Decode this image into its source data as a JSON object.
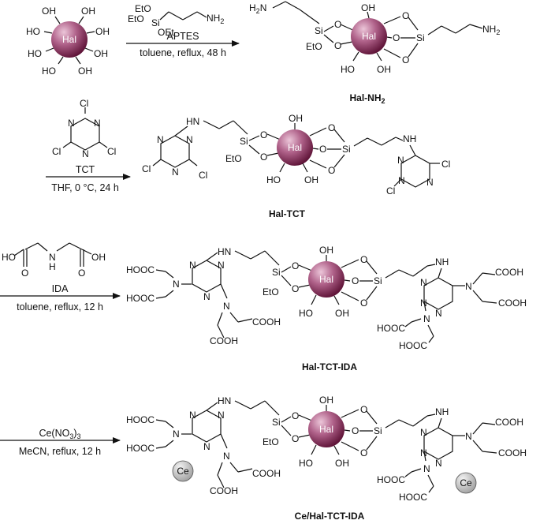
{
  "colors": {
    "hal_core": "#7a1f4a",
    "hal_highlight": "#ecc6d9",
    "ce_ball": "#c8c8c8",
    "ink": "#111111"
  },
  "core": {
    "hal": "Hal"
  },
  "groups": {
    "oh": "OH",
    "ho": "HO",
    "o": "O",
    "si": "Si",
    "eto": "EtO",
    "oet": "OEt",
    "nh2": "NH",
    "nh2_left": "H",
    "two": "2",
    "n": "N",
    "cl": "Cl",
    "nh": "NH",
    "hn": "HN",
    "cooh": "COOH",
    "hooc": "HOOC",
    "h": "H",
    "ce": "Ce"
  },
  "steps": [
    {
      "reagent": "APTES",
      "conditions": "toluene, reflux, 48 h",
      "product": "Hal-NH",
      "product_sub": "2"
    },
    {
      "reagent": "TCT",
      "conditions": "THF, 0 °C, 24 h",
      "product": "Hal-TCT"
    },
    {
      "reagent": "IDA",
      "conditions": "toluene, reflux, 12 h",
      "product": "Hal-TCT-IDA"
    },
    {
      "reagent": "Ce(NO",
      "reagent_sub": "3",
      "reagent_tail": ")",
      "reagent_sub2": "3",
      "conditions": "MeCN, reflux, 12 h",
      "product": "Ce/Hal-TCT-IDA"
    }
  ]
}
